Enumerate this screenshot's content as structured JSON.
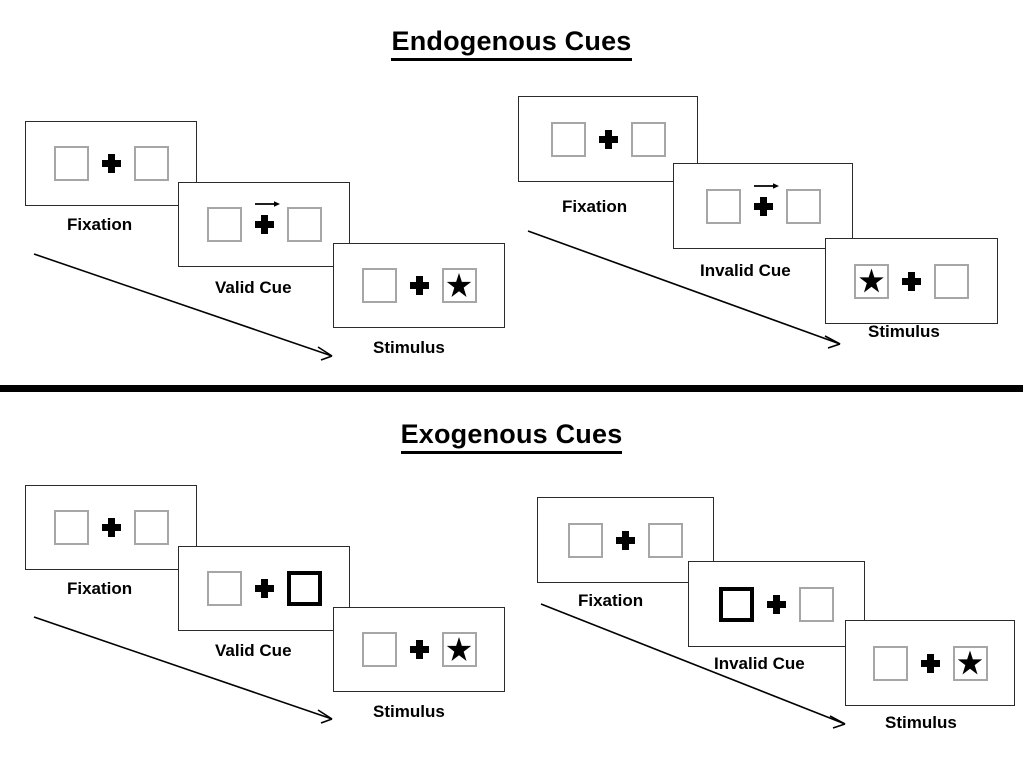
{
  "figure": {
    "title_endogenous": "Endogenous Cues",
    "title_exogenous": "Exogenous Cues",
    "divider_color": "#000000",
    "box_border_color": "#a6a6a6",
    "cued_box_border_color": "#000000",
    "panel_border_color": "#2b2b2b",
    "target_color": "#000000"
  },
  "sections": [
    {
      "id": "endogenous",
      "title": "Endogenous Cues",
      "cue_type": "central-arrow",
      "sequences": [
        {
          "id": "endogenous-valid",
          "condition": "valid",
          "frames": [
            {
              "caption": "Fixation",
              "left_box": "empty",
              "right_box": "empty",
              "cue": "none",
              "target": "none"
            },
            {
              "caption": "Valid Cue",
              "left_box": "empty",
              "right_box": "empty",
              "cue": "arrow-right",
              "target": "none"
            },
            {
              "caption": "Stimulus",
              "left_box": "empty",
              "right_box": "star",
              "cue": "none",
              "target": "right"
            }
          ]
        },
        {
          "id": "endogenous-invalid",
          "condition": "invalid",
          "frames": [
            {
              "caption": "Fixation",
              "left_box": "empty",
              "right_box": "empty",
              "cue": "none",
              "target": "none"
            },
            {
              "caption": "Invalid Cue",
              "left_box": "empty",
              "right_box": "empty",
              "cue": "arrow-right",
              "target": "none"
            },
            {
              "caption": "Stimulus",
              "left_box": "star",
              "right_box": "empty",
              "cue": "none",
              "target": "left"
            }
          ]
        }
      ]
    },
    {
      "id": "exogenous",
      "title": "Exogenous Cues",
      "cue_type": "peripheral-box-flash",
      "sequences": [
        {
          "id": "exogenous-valid",
          "condition": "valid",
          "frames": [
            {
              "caption": "Fixation",
              "left_box": "empty",
              "right_box": "empty",
              "cue": "none",
              "target": "none"
            },
            {
              "caption": "Valid Cue",
              "left_box": "empty",
              "right_box": "cued",
              "cue": "box-right",
              "target": "none"
            },
            {
              "caption": "Stimulus",
              "left_box": "empty",
              "right_box": "star",
              "cue": "none",
              "target": "right"
            }
          ]
        },
        {
          "id": "exogenous-invalid",
          "condition": "invalid",
          "frames": [
            {
              "caption": "Fixation",
              "left_box": "empty",
              "right_box": "empty",
              "cue": "none",
              "target": "none"
            },
            {
              "caption": "Invalid Cue",
              "left_box": "cued",
              "right_box": "empty",
              "cue": "box-left",
              "target": "none"
            },
            {
              "caption": "Stimulus",
              "left_box": "empty",
              "right_box": "star",
              "cue": "none",
              "target": "right"
            }
          ]
        }
      ]
    }
  ],
  "labels": {
    "fixation": "Fixation",
    "valid_cue": "Valid Cue",
    "invalid_cue": "Invalid Cue",
    "stimulus": "Stimulus"
  },
  "icons": {
    "fixation_cross": "plus-cross-icon",
    "cue_arrow": "arrow-right-icon",
    "target": "star-icon",
    "timeline": "timeline-arrow-icon"
  }
}
